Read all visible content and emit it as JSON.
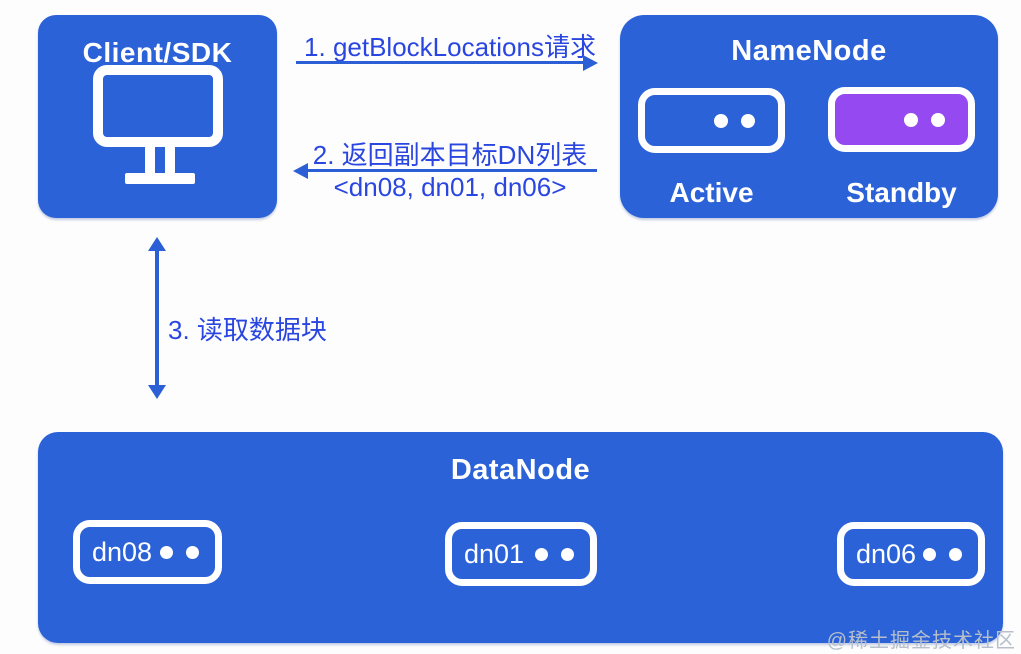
{
  "palette": {
    "node_blue": "#2b62d8",
    "standby_purple": "#9549f1",
    "flow_text_blue": "#2a46e0",
    "arrow_line_blue": "#2c5fd6",
    "background": "#fdfdfd",
    "watermark_grey": "#b6bfca"
  },
  "client": {
    "title": "Client/SDK",
    "icon": "monitor-icon"
  },
  "namenode": {
    "title": "NameNode",
    "nodes": [
      {
        "label": "Active",
        "style": "outline-blue"
      },
      {
        "label": "Standby",
        "style": "filled-purple"
      }
    ]
  },
  "flows": [
    {
      "step": "1. getBlockLocations请求",
      "direction": "right"
    },
    {
      "step": "2. 返回副本目标DN列表",
      "detail": "<dn08, dn01, dn06>",
      "direction": "left"
    },
    {
      "step": "3. 读取数据块",
      "direction": "both-vertical"
    }
  ],
  "datanode": {
    "title": "DataNode",
    "nodes": [
      {
        "label": "dn08"
      },
      {
        "label": "dn01"
      },
      {
        "label": "dn06"
      }
    ]
  },
  "watermark": "@稀土掘金技术社区"
}
